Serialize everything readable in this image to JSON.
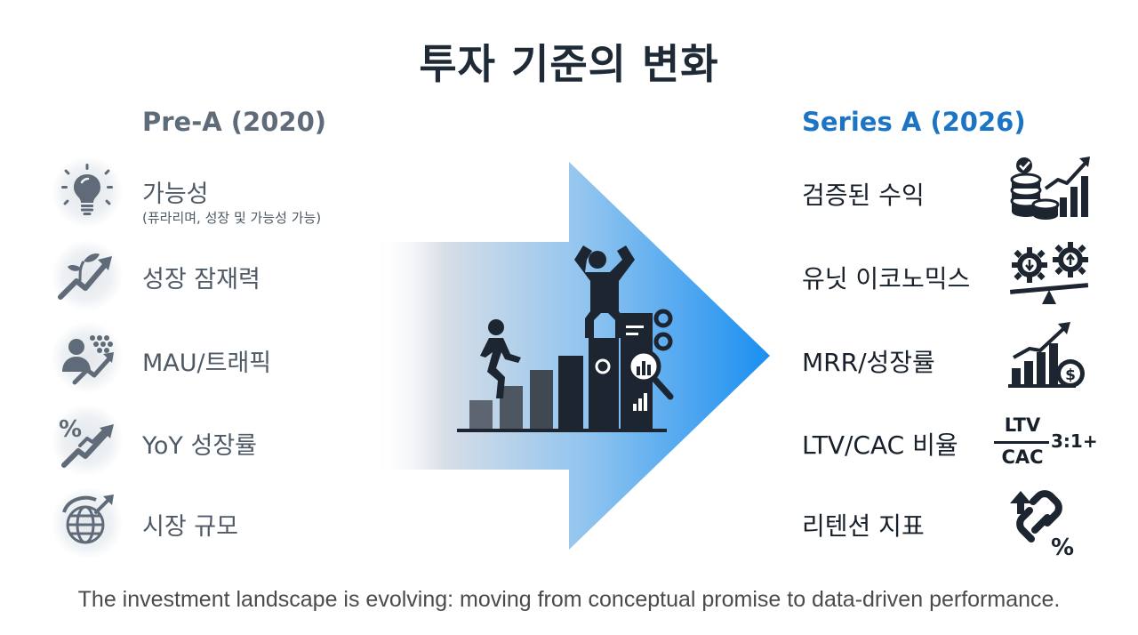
{
  "title": "투자 기준의 변화",
  "left": {
    "heading": "Pre-A (2020)",
    "items": [
      {
        "label": "가능성",
        "sub": "(퓨라리며, 성장 및 가능성 가능)",
        "icon": "lightbulb-icon"
      },
      {
        "label": "성장 잠재력",
        "icon": "sprout-growth-arrow-icon"
      },
      {
        "label": "MAU/트래픽",
        "icon": "users-traffic-icon"
      },
      {
        "label": "YoY 성장률",
        "icon": "percent-growth-icon"
      },
      {
        "label": "시장 규모",
        "icon": "globe-arrow-icon"
      }
    ]
  },
  "right": {
    "heading": "Series A (2026)",
    "items": [
      {
        "label": "검증된 수익",
        "icon": "coins-chart-icon"
      },
      {
        "label": "유닛 이코노믹스",
        "icon": "gears-balance-icon"
      },
      {
        "label": "MRR/성장률",
        "icon": "bar-chart-dollar-icon"
      },
      {
        "label": "LTV/CAC 비율",
        "icon": "ltv-cac-ratio"
      },
      {
        "label": "리텐션 지표",
        "icon": "chain-percent-icon"
      }
    ],
    "ratio": {
      "numerator": "LTV",
      "denominator": "CAC",
      "value": "3:1+"
    }
  },
  "center": {
    "icon": "growth-staircase-arrow-illustration"
  },
  "footer": "The investment landscape is evolving: moving from conceptual promise to data-driven performance.",
  "colors": {
    "title": "#1f2a37",
    "left_text": "#5f6b78",
    "right_heading": "#1b74c6",
    "arrow_blue": "#1a8ff0",
    "dark_icon": "#1c2530"
  }
}
